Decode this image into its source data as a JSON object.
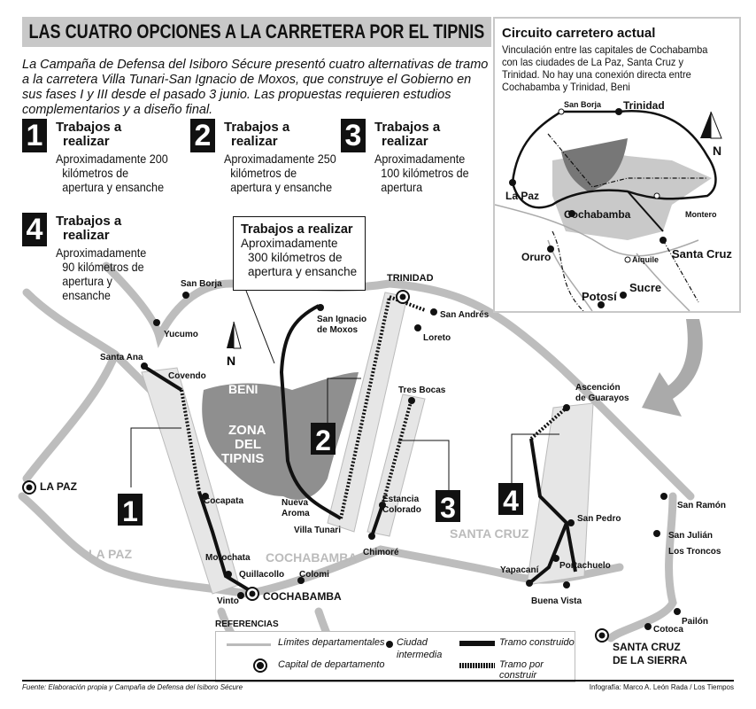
{
  "title": "LAS CUATRO OPCIONES A LA CARRETERA POR EL TIPNIS",
  "intro": "La Campaña de Defensa del Isiboro Sécure presentó cuatro alternativas de tramo a la carretera Villa Tunari-San Ignacio de Moxos, que construye el Gobierno en sus fases I y III desde el pasado 3 junio. Las propuestas requieren estudios complementarios y a diseño final.",
  "options": [
    {
      "number": "1",
      "heading1": "Trabajos a",
      "heading2": "realizar",
      "desc1": "Aproximadamente 200",
      "desc2": "kilómetros de",
      "desc3": "apertura y ensanche"
    },
    {
      "number": "2",
      "heading1": "Trabajos a",
      "heading2": "realizar",
      "desc1": "Aproximadamente 250",
      "desc2": "kilómetros de",
      "desc3": "apertura y ensanche"
    },
    {
      "number": "3",
      "heading1": "Trabajos a",
      "heading2": "realizar",
      "desc1": "Aproximadamente",
      "desc2": "100 kilómetros de",
      "desc3": "apertura"
    },
    {
      "number": "4",
      "heading1": "Trabajos a",
      "heading2": "realizar",
      "desc1": "Aproximadamente",
      "desc2": "90 kilómetros de",
      "desc3": "apertura y",
      "desc4": "ensanche"
    }
  ],
  "callout": {
    "heading": "Trabajos a realizar",
    "desc1": "Aproximadamente",
    "desc2": "300 kilómetros de",
    "desc3": "apertura y ensanche"
  },
  "inset": {
    "title": "Circuito carretero actual",
    "desc": "Vinculación entre las capitales de Cochabamba con las ciudades de La Paz, Santa Cruz y Trinidad. No hay una conexión directa entre Cochabamba y Trinidad, Beni",
    "labels": {
      "san_borja": "San Borja",
      "trinidad": "Trinidad",
      "la_paz": "La Paz",
      "cochabamba": "Cochabamba",
      "montero": "Montero",
      "oruro": "Oruro",
      "aiquile": "Aiquile",
      "santa_cruz": "Santa Cruz",
      "sucre": "Sucre",
      "potosi": "Potosí",
      "north": "N"
    }
  },
  "map": {
    "north": "N",
    "labels": {
      "san_borja": "San Borja",
      "yucumo": "Yucumo",
      "santa_ana": "Santa Ana",
      "covendo": "Covendo",
      "beni": "BENI",
      "zona1": "ZONA",
      "zona2": "DEL",
      "zona3": "TIPNIS",
      "la_paz_city": "LA PAZ",
      "la_paz_dept": "LA PAZ",
      "cocapata": "Cocapata",
      "morochata": "Morochata",
      "quillacollo": "Quillacollo",
      "colomi": "Colomi",
      "vinto": "Vinto",
      "cochabamba_city": "COCHABAMBA",
      "cochabamba_dept": "COCHABAMBA",
      "san_ignacio1": "San Ignacio",
      "san_ignacio2": "de Moxos",
      "nueva_aroma1": "Nueva",
      "nueva_aroma2": "Aroma",
      "villa_tunari": "Villa Tunari",
      "trinidad": "TRINIDAD",
      "san_andres": "San Andrés",
      "loreto": "Loreto",
      "tres_bocas": "Tres Bocas",
      "estancia1": "Estancia",
      "estancia2": "Colorado",
      "chimore": "Chimoré",
      "santa_cruz_dept": "SANTA CRUZ",
      "ascencion1": "Ascención",
      "ascencion2": "de Guarayos",
      "san_pedro": "San Pedro",
      "yapacani": "Yapacaní",
      "portachuelo": "Portachuelo",
      "buena_vista": "Buena Vista",
      "san_ramon": "San Ramón",
      "san_julian": "San Julián",
      "los_troncos": "Los Troncos",
      "pailon": "Pailón",
      "cotoca": "Cotoca",
      "scz1": "SANTA CRUZ",
      "scz2": "DE LA SIERRA"
    },
    "markers": [
      "1",
      "2",
      "3",
      "4"
    ]
  },
  "legend": {
    "title": "REFERENCIAS",
    "limites": "Límites departamentales",
    "capital": "Capital de departamento",
    "ciudad1": "Ciudad",
    "ciudad2": "intermedia",
    "construido": "Tramo construido",
    "por_construir": "Tramo por construir"
  },
  "footer": {
    "source": "Fuente: Elaboración propia y Campaña de Defensa del Isiboro Sécure",
    "credit": "Infografía: Marco A. León Rada / Los Tiempos"
  },
  "colors": {
    "road_gray": "#b8b8b8",
    "tipnis": "#8a8a8a",
    "corridor": "#e4e4e4",
    "title_bg": "#c8c8c8"
  }
}
